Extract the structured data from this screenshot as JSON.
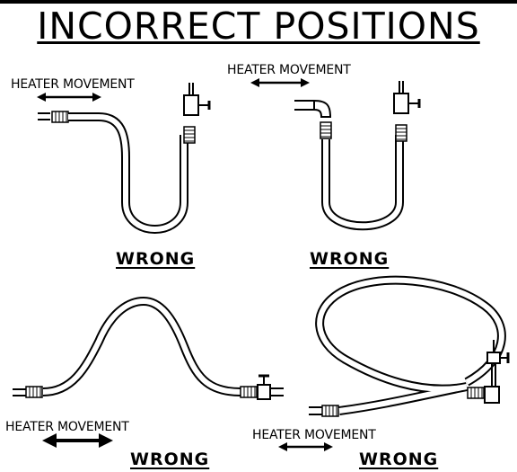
{
  "title": "INCORRECT POSITIONS",
  "panels": [
    {
      "movement_label": "HEATER MOVEMENT",
      "verdict": "WRONG"
    },
    {
      "movement_label": "HEATER MOVEMENT",
      "verdict": "WRONG"
    },
    {
      "movement_label": "HEATER MOVEMENT",
      "verdict": "WRONG"
    },
    {
      "movement_label": "HEATER MOVEMENT",
      "verdict": "WRONG"
    }
  ]
}
